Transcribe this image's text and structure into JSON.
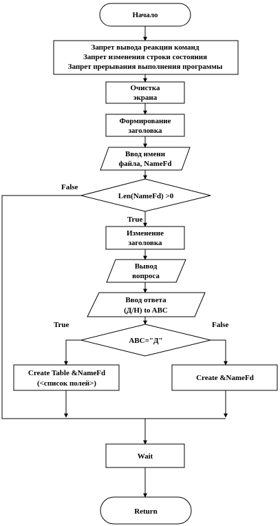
{
  "flowchart": {
    "start": "Начало",
    "init_lines": [
      "Запрет вывода реакции команд",
      "Запрет изменения строки состояния",
      "Запрет прерывания выполнения программы"
    ],
    "clear_lines": [
      "Очистка",
      "экрана"
    ],
    "title_lines": [
      "Формирование",
      "заголовка"
    ],
    "input_name_lines": [
      "Ввод имени",
      "файла, NameFd"
    ],
    "cond1": "Len(NameFd)  >0",
    "cond1_false": "False",
    "cond1_true": "True",
    "change_title_lines": [
      "Изменение",
      "заголовка"
    ],
    "question_lines": [
      "Вывод",
      "вопроса"
    ],
    "answer_lines": [
      "Ввод ответа",
      "(Д/Н) to ABC"
    ],
    "cond2": "ABC=\"Д\"",
    "cond2_true": "True",
    "cond2_false": "False",
    "create_table_lines": [
      "Create Table &NameFd",
      "(<список полей>)"
    ],
    "create_lines": [
      "Create &NameFd"
    ],
    "wait": "Wait",
    "end": "Return"
  }
}
